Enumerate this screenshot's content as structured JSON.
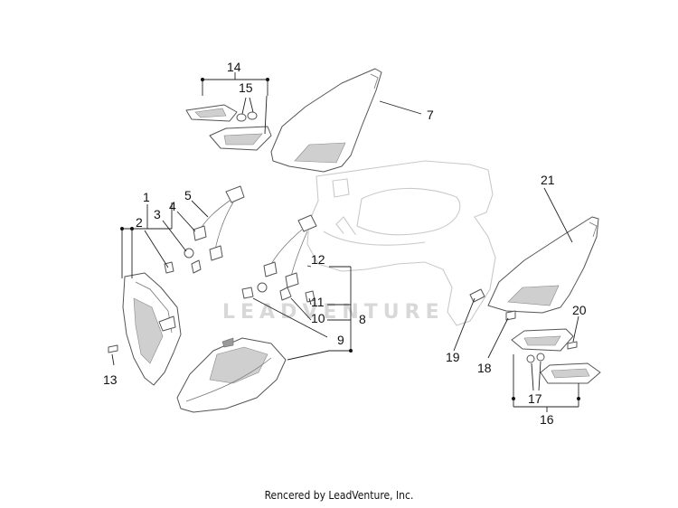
{
  "watermark": "LEADVENTURE",
  "credit": "Rencered by LeadVenture, Inc.",
  "callouts": {
    "c1": "1",
    "c2": "2",
    "c3": "3",
    "c4": "4",
    "c5": "5",
    "c7": "7",
    "c8": "8",
    "c9": "9",
    "c10": "10",
    "c11": "11",
    "c12": "12",
    "c13": "13",
    "c14": "14",
    "c15": "15",
    "c16": "16",
    "c17": "17",
    "c18": "18",
    "c19": "19",
    "c20": "20",
    "c21": "21"
  }
}
